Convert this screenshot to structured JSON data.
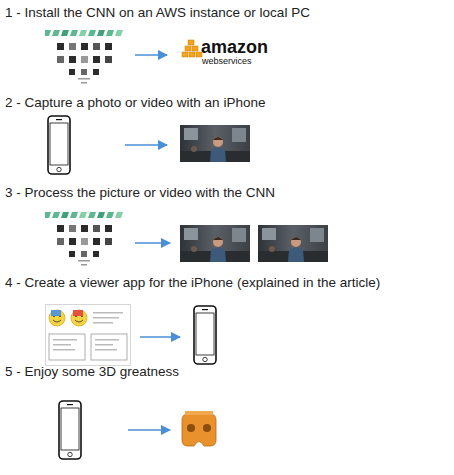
{
  "diagram": {
    "labels": [
      "1 - Install the CNN on an AWS instance or local PC",
      "amazon",
      "webservices",
      "2 - Capture a photo or video with an iPhone",
      "3 - Process the picture or video with the CNN",
      "4 - Create a viewer app for the iPhone (explained in the article)",
      "5 - Enjoy some 3D greatness"
    ]
  }
}
